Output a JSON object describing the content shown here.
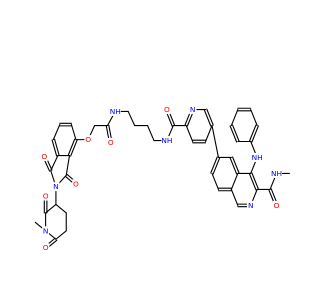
{
  "colors": {
    "background": "#ffffff",
    "bond": "#000000",
    "oxygen": "#ff0000",
    "nitrogen": "#0000ff"
  },
  "molecule": {
    "atoms": [
      {
        "id": "N1",
        "label": "N",
        "element": "N"
      },
      {
        "id": "O1",
        "label": "O",
        "element": "O"
      },
      {
        "id": "O2",
        "label": "O",
        "element": "O"
      },
      {
        "id": "O3",
        "label": "O",
        "element": "O"
      },
      {
        "id": "O4",
        "label": "O",
        "element": "O"
      },
      {
        "id": "O5",
        "label": "O",
        "element": "O"
      },
      {
        "id": "N2",
        "label": "N",
        "element": "N"
      },
      {
        "id": "O6",
        "label": "O",
        "element": "O"
      },
      {
        "id": "N3",
        "label": "NH",
        "element": "N"
      },
      {
        "id": "N4",
        "label": "NH",
        "element": "N"
      },
      {
        "id": "O7",
        "label": "O",
        "element": "O"
      },
      {
        "id": "N5",
        "label": "N",
        "element": "N"
      },
      {
        "id": "N6",
        "label": "NH",
        "element": "N"
      },
      {
        "id": "N7",
        "label": "N",
        "element": "N"
      },
      {
        "id": "O8",
        "label": "O",
        "element": "O"
      },
      {
        "id": "N8",
        "label": "NH",
        "element": "N"
      }
    ]
  }
}
